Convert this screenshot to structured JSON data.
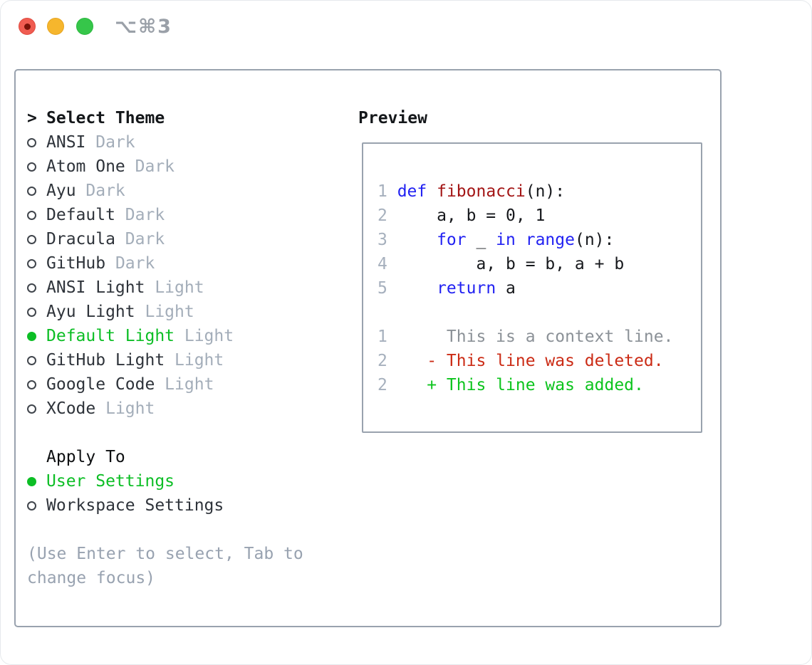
{
  "window": {
    "title": "⌥⌘3",
    "traffic_lights": [
      "close-red",
      "minimize-yellow",
      "zoom-green"
    ]
  },
  "colors": {
    "selected_green": "#0cbe25",
    "added_green": "#0cc41d",
    "deleted_red": "#cb2b15",
    "function_red": "#a31515",
    "keyword_blue": "#2222f2",
    "muted_gray": "#a3adb9",
    "gutter_gray": "#a6b0bd",
    "context_gray": "#8b9197",
    "box_border": "#99a2ae"
  },
  "theme_panel": {
    "header": {
      "marker": ">",
      "label": "Select Theme"
    },
    "items": [
      {
        "name": "ANSI",
        "variant": "Dark",
        "selected": false
      },
      {
        "name": "Atom One",
        "variant": "Dark",
        "selected": false
      },
      {
        "name": "Ayu",
        "variant": "Dark",
        "selected": false
      },
      {
        "name": "Default",
        "variant": "Dark",
        "selected": false
      },
      {
        "name": "Dracula",
        "variant": "Dark",
        "selected": false
      },
      {
        "name": "GitHub",
        "variant": "Dark",
        "selected": false
      },
      {
        "name": "ANSI Light",
        "variant": "Light",
        "selected": false
      },
      {
        "name": "Ayu Light",
        "variant": "Light",
        "selected": false
      },
      {
        "name": "Default Light",
        "variant": "Light",
        "selected": true
      },
      {
        "name": "GitHub Light",
        "variant": "Light",
        "selected": false
      },
      {
        "name": "Google Code",
        "variant": "Light",
        "selected": false
      },
      {
        "name": "XCode",
        "variant": "Light",
        "selected": false
      }
    ],
    "apply_to": {
      "label": "Apply To",
      "options": [
        {
          "name": "User Settings",
          "selected": true
        },
        {
          "name": "Workspace Settings",
          "selected": false
        }
      ]
    },
    "hint_lines": [
      "(Use Enter to select, Tab to",
      "change focus)"
    ]
  },
  "preview": {
    "label": "Preview",
    "lines": [
      {
        "gutter": "1",
        "tokens": [
          {
            "text": "def",
            "style": "keyword"
          },
          {
            "text": " ",
            "style": "plain"
          },
          {
            "text": "fibonacci",
            "style": "function"
          },
          {
            "text": "(n):",
            "style": "plain"
          }
        ]
      },
      {
        "gutter": "2",
        "tokens": [
          {
            "text": "    a, b = 0, 1",
            "style": "plain"
          }
        ]
      },
      {
        "gutter": "3",
        "tokens": [
          {
            "text": "    ",
            "style": "plain"
          },
          {
            "text": "for",
            "style": "keyword"
          },
          {
            "text": " _ ",
            "style": "plain"
          },
          {
            "text": "in",
            "style": "keyword"
          },
          {
            "text": " ",
            "style": "plain"
          },
          {
            "text": "range",
            "style": "keyword"
          },
          {
            "text": "(n):",
            "style": "plain"
          }
        ]
      },
      {
        "gutter": "4",
        "tokens": [
          {
            "text": "        a, b = b, a + b",
            "style": "plain"
          }
        ]
      },
      {
        "gutter": "5",
        "tokens": [
          {
            "text": "    ",
            "style": "plain"
          },
          {
            "text": "return",
            "style": "keyword"
          },
          {
            "text": " a",
            "style": "plain"
          }
        ]
      },
      {
        "gutter": "",
        "tokens": []
      },
      {
        "gutter": "1",
        "tokens": [
          {
            "text": "     This is a context line.",
            "style": "context"
          }
        ]
      },
      {
        "gutter": "2",
        "tokens": [
          {
            "text": "   - This line was deleted.",
            "style": "deleted"
          }
        ]
      },
      {
        "gutter": "2",
        "tokens": [
          {
            "text": "   + This line was added.",
            "style": "added"
          }
        ]
      }
    ]
  }
}
